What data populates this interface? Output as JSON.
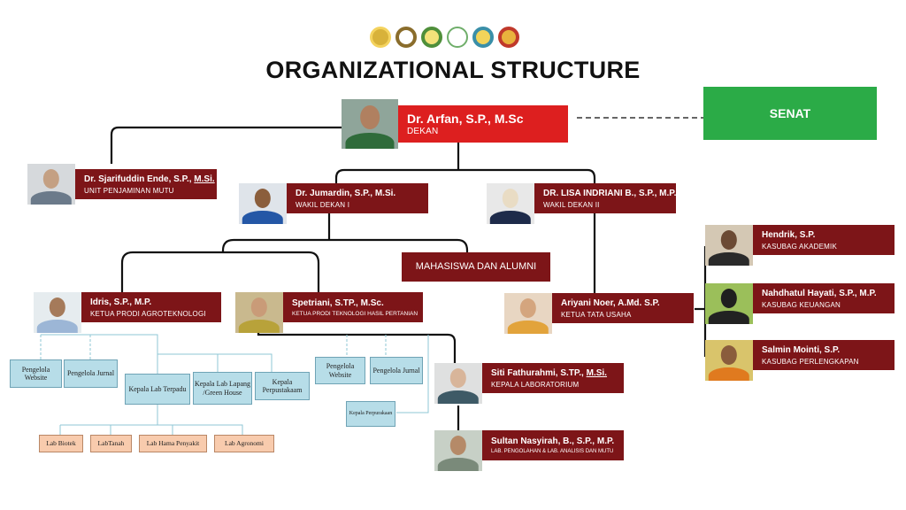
{
  "title": "ORGANIZATIONAL STRUCTURE",
  "logos": [
    {
      "name": "university-logo-icon",
      "color": "#d8b23a"
    },
    {
      "name": "faculty-logo-1-icon",
      "color": "#8a6d2c"
    },
    {
      "name": "faculty-logo-2-icon",
      "color": "#4f8f3a"
    },
    {
      "name": "faculty-logo-3-icon",
      "color": "#6fae6a"
    },
    {
      "name": "faculty-logo-4-icon",
      "color": "#3a8fa8"
    },
    {
      "name": "faculty-logo-5-icon",
      "color": "#c0392b"
    }
  ],
  "senat": "SENAT",
  "mahasiswa": "MAHASISWA DAN ALUMNI",
  "people": {
    "dekan": {
      "name": "Dr. Arfan, S.P., M.Sc",
      "role": "DEKAN"
    },
    "upm": {
      "name_pre": "Dr. Sjarifuddin Ende, S.P., ",
      "name_u": "M.Si.",
      "role": "UNIT PENJAMINAN MUTU"
    },
    "wd1": {
      "name": "Dr. Jumardin, S.P., M.Si.",
      "role": "WAKIL DEKAN I"
    },
    "wd2": {
      "name": "DR. LISA INDRIANI B., S.P., M.P.",
      "role": "WAKIL DEKAN II"
    },
    "prodi_agro": {
      "name": "Idris, S.P., M.P.",
      "role": "KETUA PRODI AGROTEKNOLOGI"
    },
    "prodi_thp": {
      "name": "Spetriani, S.TP., M.Sc.",
      "role": "KETUA PRODI TEKNOLOGI HASIL PERTANIAN"
    },
    "tata_usaha": {
      "name": "Ariyani Noer, A.Md. S.P.",
      "role": "KETUA TATA USAHA"
    },
    "lab": {
      "name_pre": "Siti Fathurahmi, S.TP., ",
      "name_u": "M.Si.",
      "role": "KEPALA LABORATORIUM"
    },
    "lab_olah": {
      "name": "Sultan Nasyirah, B., S.P., M.P.",
      "role": "LAB. PENGOLAHAN & LAB. ANALISIS DAN MUTU"
    },
    "akademik": {
      "name": "Hendrik, S.P.",
      "role": "KASUBAG AKADEMIK"
    },
    "keuangan": {
      "name": "Nahdhatul Hayati, S.P., M.P.",
      "role": "KASUBAG KEUANGAN"
    },
    "perlengkapan": {
      "name": "Salmin Mointi, S.P.",
      "role": "KASUBAG PERLENGKAPAN"
    }
  },
  "agro_units": {
    "website": "Pengelola Website",
    "jurnal": "Pengelola Jurnal",
    "lab_terpadu": "Kepala Lab Terpadu",
    "lab_lapang": "Kepala Lab Lapang /Green House",
    "perpustakaan": "Kepala Perpustakaam"
  },
  "agro_labs": [
    "Lab Biotek",
    "LabTanah",
    "Lab Hama Penyakit",
    "Lab Agronomi"
  ],
  "thp_units": {
    "website": "Pengelola Website",
    "jurnal": "Pengelola Jurnal",
    "perpustakaan": "Kepala Perpurakaan"
  },
  "colors": {
    "maroon": "#7d1518",
    "dekan_red": "#dd1f1f",
    "senat_green": "#2bab47",
    "blue_box": "#b7dde8",
    "peach_box": "#f8cbad"
  }
}
